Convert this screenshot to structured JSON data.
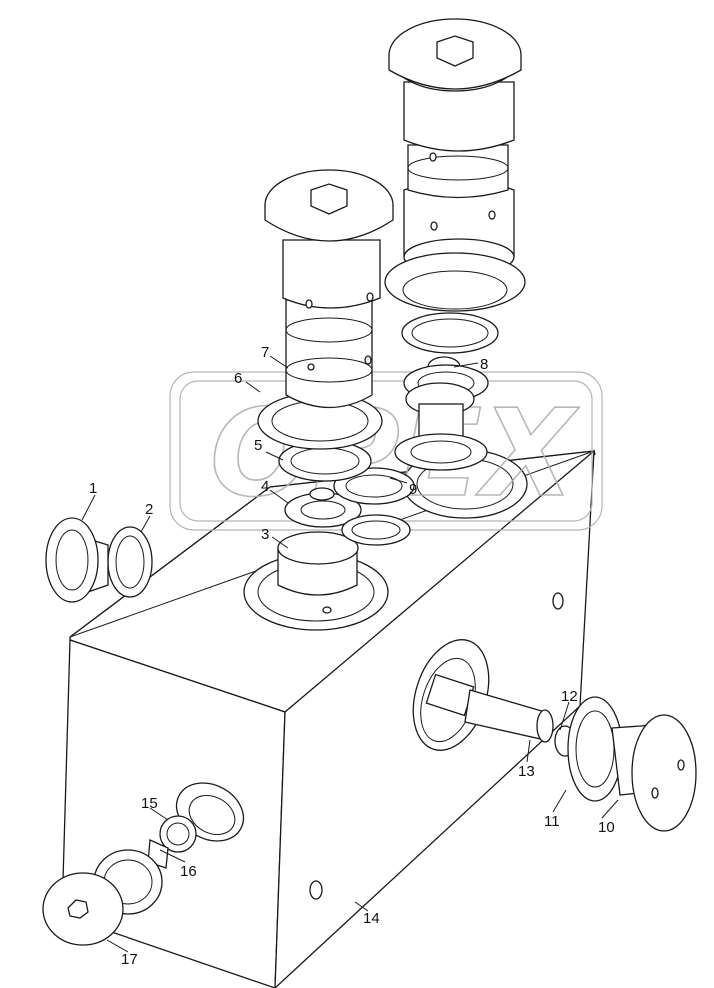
{
  "watermark": {
    "text": "OPEX"
  },
  "callouts": [
    "1",
    "2",
    "3",
    "4",
    "5",
    "6",
    "7",
    "8",
    "9",
    "10",
    "11",
    "12",
    "13",
    "14",
    "15",
    "16",
    "17"
  ]
}
